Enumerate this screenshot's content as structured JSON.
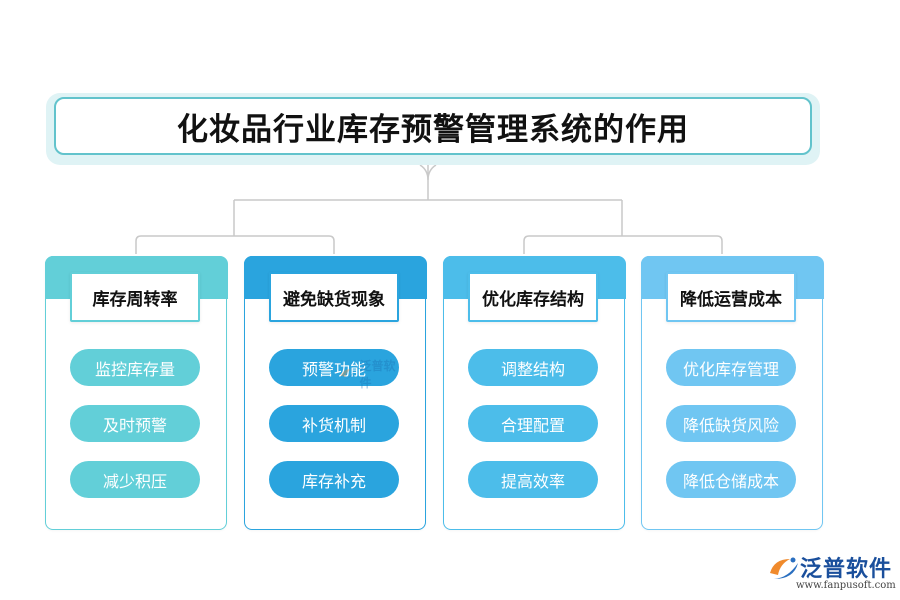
{
  "title": "化妆品行业库存预警管理系统的作用",
  "columns": [
    {
      "heading": "库存周转率",
      "color": "#62cfd8",
      "items": [
        "监控库存量",
        "及时预警",
        "减少积压"
      ]
    },
    {
      "heading": "避免缺货现象",
      "color": "#2aa4de",
      "items": [
        "预警功能",
        "补货机制",
        "库存补充"
      ]
    },
    {
      "heading": "优化库存结构",
      "color": "#4cbdea",
      "items": [
        "调整结构",
        "合理配置",
        "提高效率"
      ]
    },
    {
      "heading": "降低运营成本",
      "color": "#70c6f2",
      "items": [
        "优化库存管理",
        "降低缺货风险",
        "降低仓储成本"
      ]
    }
  ],
  "colors": {
    "connector": "#c9c9c9",
    "title_border": "#62c3cc"
  },
  "watermark": {
    "text": "泛普软件"
  },
  "logo": {
    "name": "泛普软件",
    "url": "www.fanpusoft.com"
  }
}
